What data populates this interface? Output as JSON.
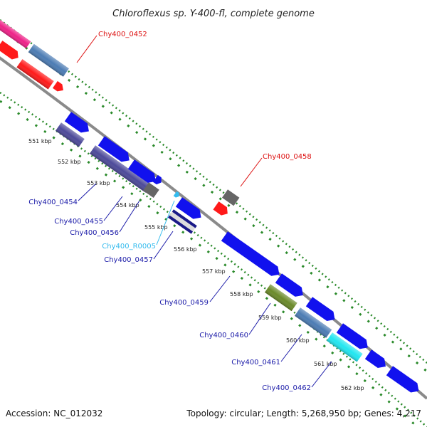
{
  "title": "Chloroflexus sp. Y-400-fl, complete genome",
  "footer": {
    "accession": "Accession: NC_012032",
    "stats": "Topology: circular; Length: 5,268,950 bp; Genes: 4,217"
  },
  "colors": {
    "backbone": "#8a8a8a",
    "gc_ticks": "#2a8a2a",
    "label_blue": "#1a1aa8",
    "label_red": "#dd1111",
    "label_cyan": "#33bbee"
  },
  "scale_labels": [
    "551 kbp",
    "552 kbp",
    "553 kbp",
    "554 kbp",
    "555 kbp",
    "556 kbp",
    "557 kbp",
    "558 kbp",
    "559 kbp",
    "560 kbp",
    "561 kbp",
    "562 kbp"
  ],
  "genes": {
    "Chy400_0452": "Chy400_0452",
    "Chy400_0454": "Chy400_0454",
    "Chy400_0455": "Chy400_0455",
    "Chy400_0456": "Chy400_0456",
    "Chy400_R0005": "Chy400_R0005",
    "Chy400_0457": "Chy400_0457",
    "Chy400_0458": "Chy400_0458",
    "Chy400_0459": "Chy400_0459",
    "Chy400_0460": "Chy400_0460",
    "Chy400_0461": "Chy400_0461",
    "Chy400_0462": "Chy400_0462"
  }
}
